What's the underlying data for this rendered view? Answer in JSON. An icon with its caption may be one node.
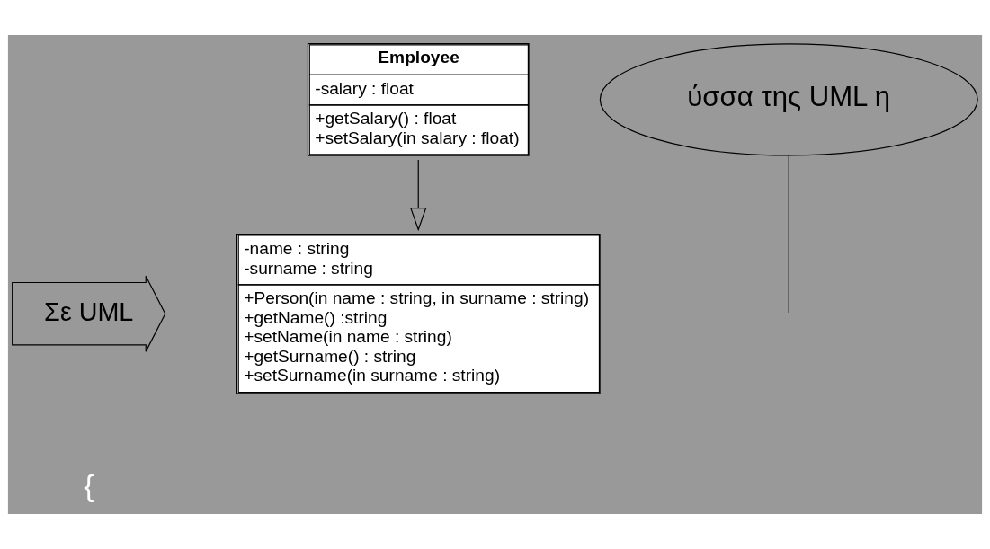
{
  "diagram": {
    "nodes": [
      {
        "text": [
          "Σε UML"
        ]
      },
      {
        "text": [
          "-name : string",
          "-surname : string",
          "+Person(in name : string, in surname : string)",
          "+getName() :string",
          "+setName(in name : string)",
          "+getSurname() : string",
          "+setSurname(in surname : string)"
        ]
      },
      {
        "text": [
          "Employee",
          "-salary : float",
          "+getSalary() : float",
          "+setSalary(in salary : float)"
        ]
      },
      {
        "text": [
          "ύσσα της UML η"
        ]
      }
    ],
    "edges": [
      {
        "from": 2,
        "to": 1,
        "arrow": "to"
      },
      {
        "from": 3,
        "to": null,
        "arrow": "none"
      }
    ],
    "labels": [
      "{"
    ]
  }
}
